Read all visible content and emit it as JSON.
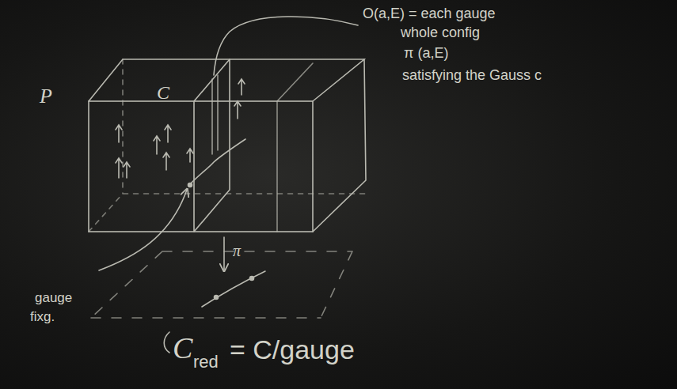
{
  "diagram": {
    "labels": [
      "P",
      "C",
      "O(a,E) = each gauge",
      "whole config",
      "π (a,E)",
      "satisfying the Gauss c",
      "π",
      "gauge",
      "fixg.",
      "C",
      "red",
      "= C/gauge"
    ]
  }
}
